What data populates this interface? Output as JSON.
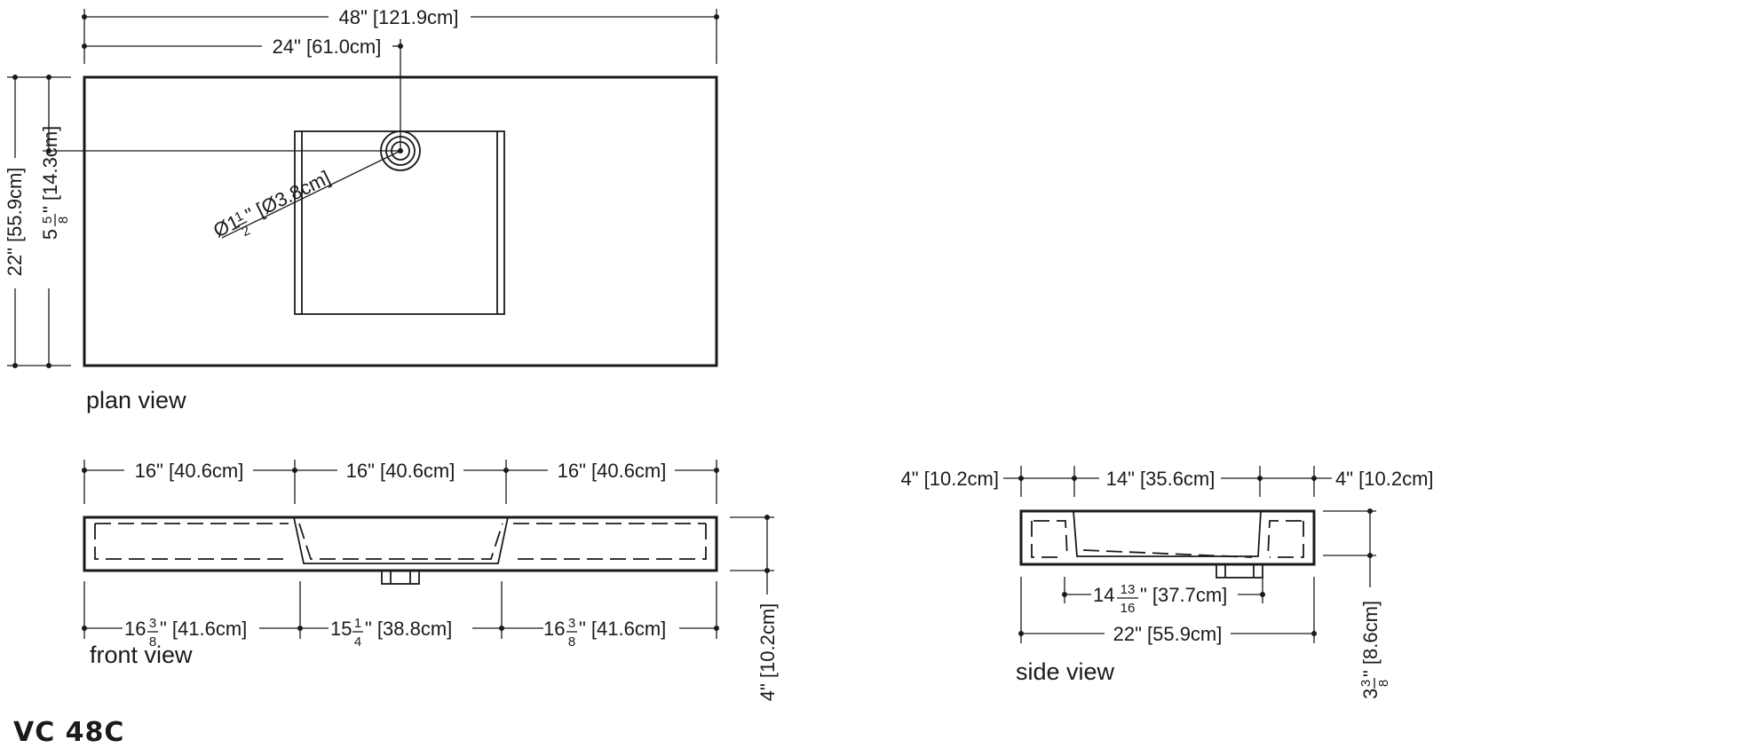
{
  "model": "VC 48C",
  "views": {
    "plan": "plan view",
    "front": "front view",
    "side": "side view"
  },
  "plan": {
    "overall_width": "48\" [121.9cm]",
    "drain_offset": "24\" [61.0cm]",
    "depth": "22\" [55.9cm]",
    "drain_from_back_whole": "5",
    "drain_from_back_num": "5",
    "drain_from_back_den": "8",
    "drain_from_back_rest": "\" [14.3cm]",
    "drain_diameter_prefix": "Ø1",
    "drain_diameter_num": "1",
    "drain_diameter_den": "2",
    "drain_diameter_rest": "\" [Ø3.8cm]"
  },
  "front": {
    "top_left": "16\" [40.6cm]",
    "top_mid": "16\" [40.6cm]",
    "top_right": "16\" [40.6cm]",
    "bot_left_whole": "16",
    "bot_left_num": "3",
    "bot_left_den": "8",
    "bot_left_rest": "\" [41.6cm]",
    "bot_mid_whole": "15",
    "bot_mid_num": "1",
    "bot_mid_den": "4",
    "bot_mid_rest": "\" [38.8cm]",
    "bot_right_whole": "16",
    "bot_right_num": "3",
    "bot_right_den": "8",
    "bot_right_rest": "\" [41.6cm]",
    "height": "4\" [10.2cm]"
  },
  "side": {
    "top_left": "4\" [10.2cm]",
    "top_mid": "14\" [35.6cm]",
    "top_right": "4\" [10.2cm]",
    "inner_whole": "14",
    "inner_num": "13",
    "inner_den": "16",
    "inner_rest": "\" [37.7cm]",
    "overall": "22\" [55.9cm]",
    "height_whole": "3",
    "height_num": "3",
    "height_den": "8",
    "height_rest": "\" [8.6cm]"
  }
}
